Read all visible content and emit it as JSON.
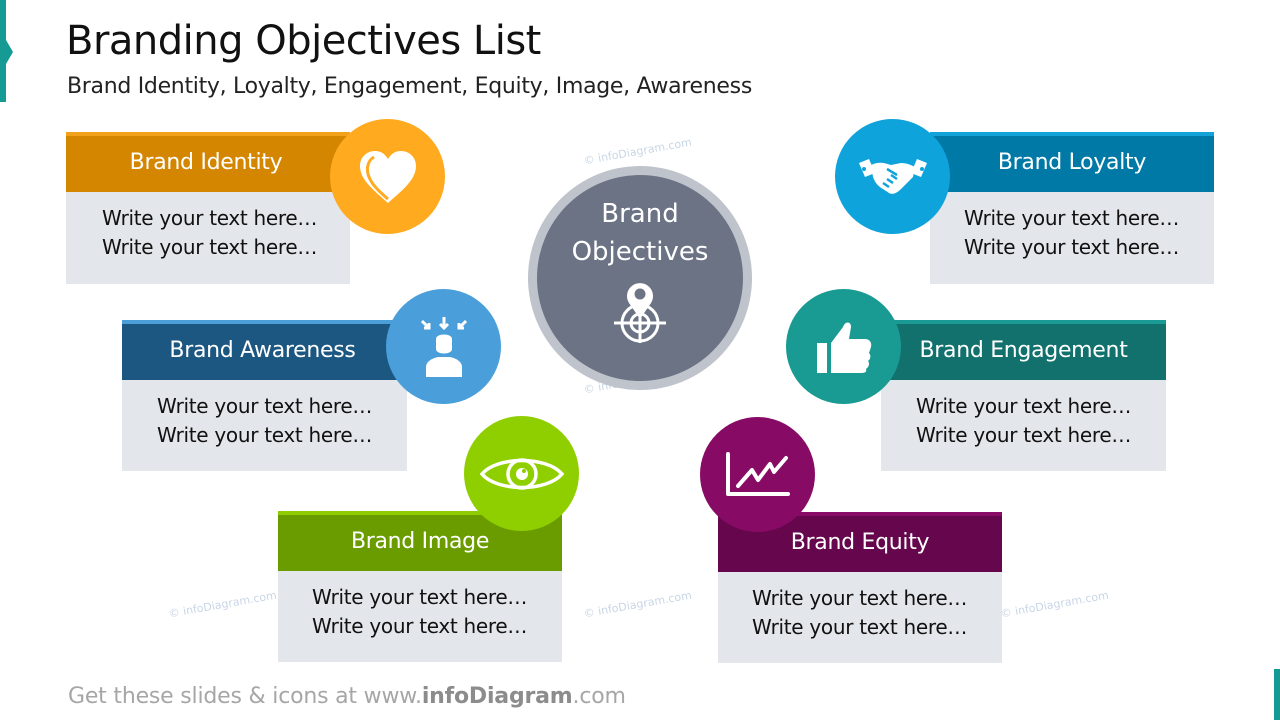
{
  "slide": {
    "title": "Branding Objectives List",
    "subtitle": "Brand Identity, Loyalty, Engagement, Equity, Image, Awareness"
  },
  "center": {
    "line1": "Brand",
    "line2": "Objectives",
    "icon": "target-pin-icon",
    "color": "#6b7385",
    "ring_color": "#bfc3cb"
  },
  "cards": [
    {
      "title": "Brand Identity",
      "line1": "Write your text here…",
      "line2": "Write your text here…",
      "icon": "heart-icon",
      "header_color": "#d48600",
      "bar_color": "#f2a21a",
      "circle_color": "#ffaa1f"
    },
    {
      "title": "Brand Loyalty",
      "line1": "Write your text here…",
      "line2": "Write your text here…",
      "icon": "handshake-icon",
      "header_color": "#0079a6",
      "bar_color": "#14a3d8",
      "circle_color": "#0fa3dc"
    },
    {
      "title": "Brand Awareness",
      "line1": "Write your text here…",
      "line2": "Write your text here…",
      "icon": "person-focus-icon",
      "header_color": "#1c5782",
      "bar_color": "#4a9fd8",
      "circle_color": "#4a9fdb"
    },
    {
      "title": "Brand Engagement",
      "line1": "Write your text here…",
      "line2": "Write your text here…",
      "icon": "thumbs-up-icon",
      "header_color": "#12706d",
      "bar_color": "#1a9a94",
      "circle_color": "#199a92"
    },
    {
      "title": "Brand Image",
      "line1": "Write your text here…",
      "line2": "Write your text here…",
      "icon": "eye-icon",
      "header_color": "#6a9c00",
      "bar_color": "#8fcd00",
      "circle_color": "#8fcf00"
    },
    {
      "title": "Brand Equity",
      "line1": "Write your text here…",
      "line2": "Write your text here…",
      "icon": "growth-chart-icon",
      "header_color": "#66064c",
      "bar_color": "#8a0b67",
      "circle_color": "#870b65"
    }
  ],
  "watermark": "© infoDiagram.com",
  "footer": {
    "prefix": "Get these slides & icons at www.",
    "brand": "infoDiagram",
    "suffix": ".com"
  },
  "accent_color": "#169a94"
}
